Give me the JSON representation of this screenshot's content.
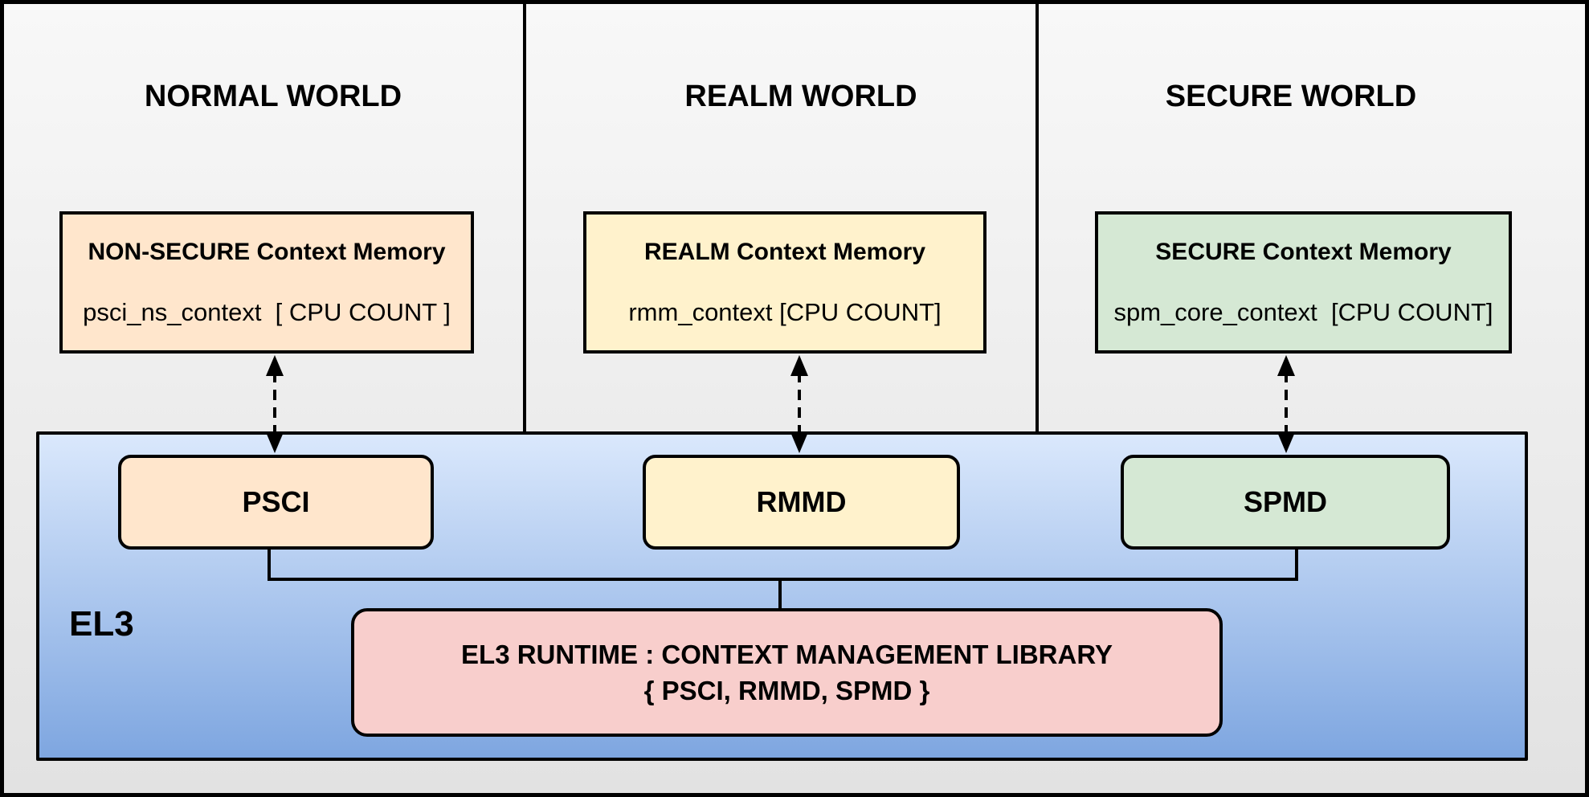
{
  "worlds": [
    {
      "title": "NORMAL WORLD",
      "memory": {
        "title": "NON-SECURE Context Memory",
        "body": "psci_ns_context  [ CPU COUNT ]"
      },
      "dispatcher": "PSCI"
    },
    {
      "title": "REALM WORLD",
      "memory": {
        "title": "REALM Context Memory",
        "body": "rmm_context [CPU COUNT]"
      },
      "dispatcher": "RMMD"
    },
    {
      "title": "SECURE WORLD",
      "memory": {
        "title": "SECURE Context Memory",
        "body": "spm_core_context  [CPU COUNT]"
      },
      "dispatcher": "SPMD"
    }
  ],
  "el3": {
    "label": "EL3",
    "runtime": {
      "line1": "EL3 RUNTIME : CONTEXT MANAGEMENT LIBRARY",
      "line2": "{ PSCI, RMMD, SPMD }"
    }
  },
  "colors": {
    "normal_fill": "#FFE6CC",
    "realm_fill": "#FFF2CC",
    "secure_fill": "#D5E8D4",
    "runtime_fill": "#F8CECC",
    "el3_gradient_top": "#DAE8FC",
    "el3_gradient_bottom": "#7EA6E0",
    "canvas_gradient_top": "#F8F8F8",
    "canvas_gradient_bottom": "#E2E2E2",
    "line": "#000000"
  }
}
